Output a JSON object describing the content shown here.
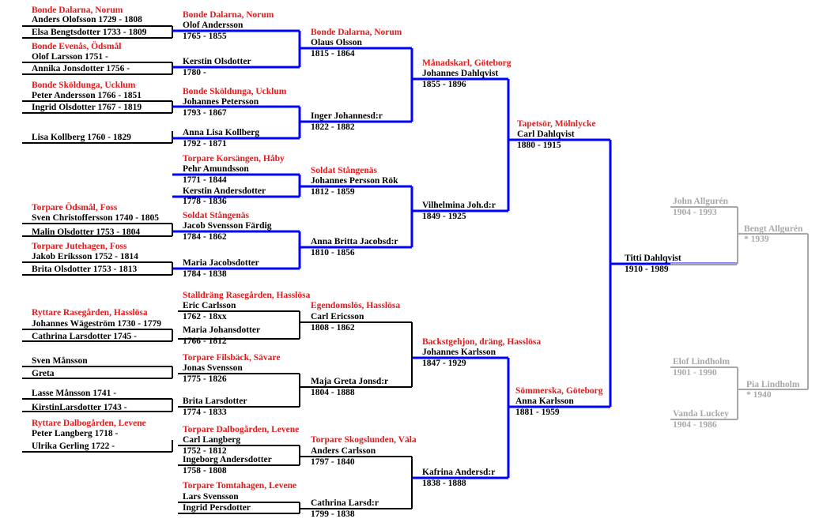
{
  "colors": {
    "occupation": "#e41a1c",
    "text": "#000000",
    "gray_text": "#a8a8a8",
    "blue_line": "#0000ff",
    "black_line": "#000000",
    "gray_line": "#a8a8a8"
  },
  "gen5": [
    {
      "occ": "Bonde Dalarna, Norum",
      "name": "Anders Olofsson 1729 - 1808"
    },
    {
      "name": "Elsa Bengtsdotter 1733 - 1809"
    },
    {
      "occ": "Bonde Evenås, Ödsmål",
      "name": "Olof Larsson 1751 -"
    },
    {
      "name": "Annika Jonsdotter 1756 -"
    },
    {
      "occ": "Bonde Sköldunga, Ucklum",
      "name": "Peter Andersson 1766 - 1851"
    },
    {
      "name": "Ingrid Olsdotter 1767 - 1819"
    },
    {
      "name": "Lisa Kollberg 1760 - 1829"
    },
    {
      "occ": "Torpare Ödsmål, Foss",
      "name": "Sven Christoffersson 1740 - 1805"
    },
    {
      "name": "Malin Olsdotter 1753 - 1804"
    },
    {
      "occ": "Torpare Jutehagen, Foss",
      "name": "Jakob Eriksson 1752 - 1814"
    },
    {
      "name": "Brita Olsdotter 1753 - 1813"
    },
    {
      "occ": "Ryttare Rasegården, Hasslösa",
      "name": "Johannes  Wägeström 1730 - 1779"
    },
    {
      "name": "Cathrina Larsdotter 1745 -"
    },
    {
      "name": "Sven Månsson"
    },
    {
      "name": "Greta"
    },
    {
      "name": "Lasse Månsson 1741 -"
    },
    {
      "name": "KirstinLarsdotter 1743 -"
    },
    {
      "occ": "Ryttare Dalbogården, Levene",
      "name": "Peter Langberg 1718 -"
    },
    {
      "name": "Ulrika Gerling 1722 -"
    }
  ],
  "gen4": [
    {
      "occ": "Bonde Dalarna, Norum",
      "name": "Olof Andersson",
      "dates": "1765 - 1855"
    },
    {
      "name": "Kerstin Olsdotter",
      "dates": "1780 -"
    },
    {
      "occ": "Bonde Sköldunga, Ucklum",
      "name": "Johannes Petersson",
      "dates": "1793 - 1867"
    },
    {
      "name": "Anna Lisa Kollberg",
      "dates": "1792 - 1871"
    },
    {
      "occ": "Torpare Korsängen, Håby",
      "name": "Pehr Amundsson",
      "dates": "1771 - 1844"
    },
    {
      "name": "Kerstin Andersdotter",
      "dates": "1778 - 1836"
    },
    {
      "occ": "Soldat Stångenäs",
      "name": "Jacob Svensson Färdig",
      "dates": "1784 - 1862"
    },
    {
      "name": "Maria Jacobsdotter",
      "dates": "1784 - 1838"
    },
    {
      "occ": "Stalldräng Rasegården, Hasslösa",
      "name": "Eric Carlsson",
      "dates": "1762 - 18xx"
    },
    {
      "name": "Maria Johansdotter",
      "dates": "1766 - 1812"
    },
    {
      "occ": "Torpare Filsbäck, Sävare",
      "name": "Jonas Svensson",
      "dates": "1775 - 1826"
    },
    {
      "name": "Brita Larsdotter",
      "dates": "1774 - 1833"
    },
    {
      "occ": "Torpare Dalbogården, Levene",
      "name": "Carl Langberg",
      "dates": "1752 - 1812"
    },
    {
      "name": "Ingeborg Andersdotter",
      "dates": "1758 - 1808"
    },
    {
      "occ": "Torpare Tomtahagen, Levene",
      "name": "Lars Svensson"
    },
    {
      "name": "Ingrid Persdotter"
    }
  ],
  "gen3": [
    {
      "occ": "Bonde Dalarna, Norum",
      "name": "Olaus Olsson",
      "dates": "1815 - 1864"
    },
    {
      "name": "Inger  Johannesd:r",
      "dates": "1822 - 1882"
    },
    {
      "occ": "Soldat Stångenäs",
      "name": "Johannes Persson Rök",
      "dates": "1812 - 1859"
    },
    {
      "name": "Anna Britta Jacobsd:r",
      "dates": "1810 - 1856"
    },
    {
      "occ": "Egendomslös, Hasslösa",
      "name": "Carl Ericsson",
      "dates": "1808 - 1862"
    },
    {
      "name": "Maja Greta Jonsd:r",
      "dates": "1804 - 1888"
    },
    {
      "occ": "Torpare Skogslunden, Väla",
      "name": "Anders Carlsson",
      "dates": "1797 - 1840"
    },
    {
      "name": "Cathrina Larsd:r",
      "dates": "1799 - 1838"
    }
  ],
  "gen2": [
    {
      "occ": "Månadskarl, Göteborg",
      "name": "Johannes Dahlqvist",
      "dates": "1855 - 1896"
    },
    {
      "name": "Vilhelmina Joh.d:r",
      "dates": "1849 - 1925"
    },
    {
      "occ": "Backstgehjon, dräng, Hasslösa",
      "name": "Johannes Karlsson",
      "dates": "1847 - 1929"
    },
    {
      "name": "Kafrina Andersd:r",
      "dates": "1838 - 1888"
    }
  ],
  "gen1": [
    {
      "occ": "Tapetsör, Mölnlycke",
      "name": "Carl Dahlqvist",
      "dates": "1880 - 1915"
    },
    {
      "occ": "Sömmerska, Göteborg",
      "name": "Anna Karlsson",
      "dates": "1881 - 1959"
    }
  ],
  "root": {
    "name": "Titti Dahlqvist",
    "dates": "1910 - 1989"
  },
  "spouse_side": {
    "grandparents": [
      {
        "name": "John Allgurén",
        "dates": "1904 - 1993"
      },
      {
        "name": "Elof Lindholm",
        "dates": "1901 - 1990"
      },
      {
        "name": "Vanda Luckey",
        "dates": "1904 - 1986"
      }
    ],
    "parents": [
      {
        "name": "Bengt Allgurén",
        "dates": "* 1939"
      },
      {
        "name": "Pia Lindholm",
        "dates": "* 1940"
      }
    ]
  }
}
